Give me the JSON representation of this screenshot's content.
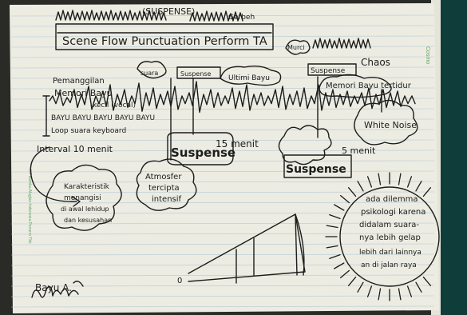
{
  "notebook": {
    "paper_color": "#ecece2",
    "line_color": "#b7c9d4",
    "ink_color": "#1c1c1c",
    "margin_print_color": "#6aa36a",
    "spine_right_color": "#0f3d3a",
    "printed_header": "Cosmo",
    "printed_margin": "PT Bambu Aluglas Indonesia Persero Tbk"
  },
  "sketch": {
    "title": "Scene Flow Punctuation Perform TA",
    "top_note": "(SUSPENSE)",
    "top_right_note": "Gerbeh",
    "murci_label": "Murci",
    "labels": {
      "chaos": "Chaos",
      "pemanggilan": "Pemanggilan",
      "memori_bayu": "Memori Bayu",
      "kecil": "kecil (vocal)",
      "bayu_repeat": "BAYU BAYU BAYU BAYU BAYU",
      "loop": "Loop suara keyboard",
      "interval": "Interval 10 menit",
      "sonic_1": "suara",
      "sonic_2": "Suspense",
      "sonic_3": "Ultimi Bayu",
      "suspense_mid": "Suspense",
      "menit_15": "15 menit",
      "suspense_right": "Suspense",
      "menit_5": "5 menit",
      "memori_tertidur": "Memori Bayu tertidur",
      "white_noise": "White Noise",
      "karakter": "Karakteristik",
      "menangisi": "menangisi",
      "awal": "di awal lehidup",
      "dan": "dan kesusahan",
      "atmosfer": "Atmosfer",
      "tercipta": "tercipta",
      "intensif": "intensif",
      "ada_dilemma": "ada dilemma",
      "psikologi": "psikologi karena",
      "didalam": "didalam suara-",
      "nya": "nya lebih gelap",
      "lebih": "lebih dari lainnya",
      "jalan": "an di jalan raya",
      "level_0": "0",
      "signature": "Bayu A."
    }
  }
}
